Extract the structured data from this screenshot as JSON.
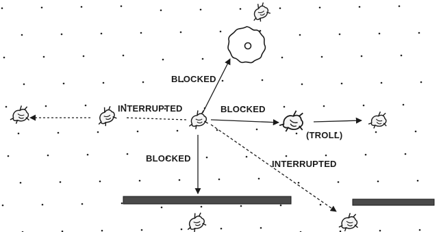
{
  "labels": {
    "blocked_up": "BLOCKED",
    "interrupted_left": "INTERRUPTED",
    "blocked_right": "BLOCKED",
    "troll": "(TROLL)",
    "blocked_down": "BLOCKED",
    "interrupted_diag": "INTERRUPTED"
  },
  "colors": {
    "ink": "#1a1a1a",
    "wall": "#4a4a4a",
    "background": "#ffffff"
  }
}
